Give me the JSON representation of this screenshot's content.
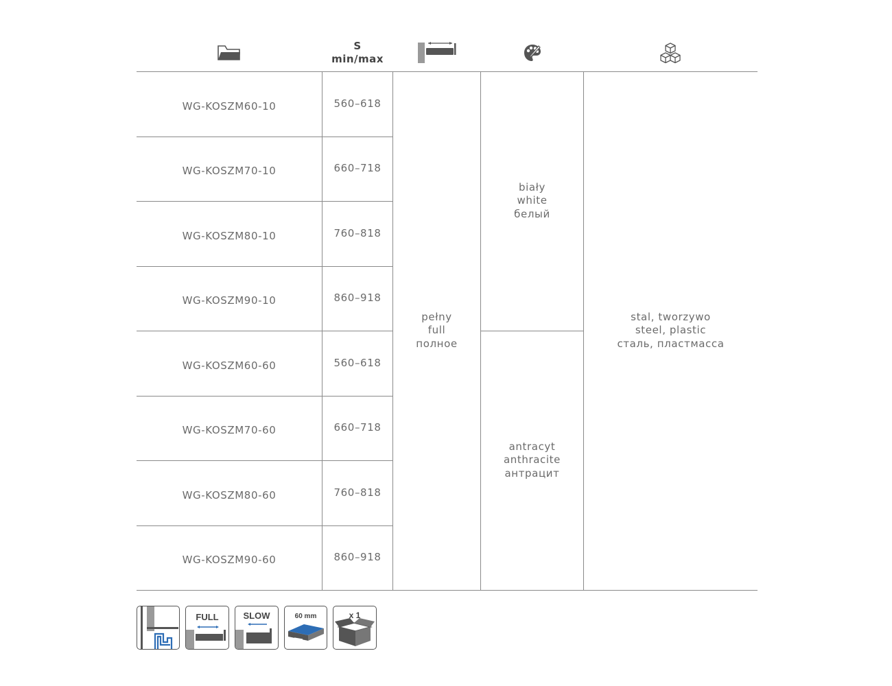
{
  "header": {
    "icons": [
      "folder-icon",
      "drawer-extension-icon",
      "color-palette-icon",
      "material-cubes-icon"
    ],
    "size_label_line1": "S",
    "size_label_line2": "min/max"
  },
  "rows": [
    {
      "code": "WG-KOSZM60-10",
      "size": "560–618"
    },
    {
      "code": "WG-KOSZM70-10",
      "size": "660–718"
    },
    {
      "code": "WG-KOSZM80-10",
      "size": "760–818"
    },
    {
      "code": "WG-KOSZM90-10",
      "size": "860–918"
    },
    {
      "code": "WG-KOSZM60-60",
      "size": "560–618"
    },
    {
      "code": "WG-KOSZM70-60",
      "size": "660–718"
    },
    {
      "code": "WG-KOSZM80-60",
      "size": "760–818"
    },
    {
      "code": "WG-KOSZM90-60",
      "size": "860–918"
    }
  ],
  "extension": [
    "pełny",
    "full",
    "полное"
  ],
  "colors": {
    "white": [
      "biały",
      "white",
      "белый"
    ],
    "anthracite": [
      "antracyt",
      "anthracite",
      "антрацит"
    ]
  },
  "material": [
    "stal, tworzywo",
    "steel, plastic",
    "сталь, пластмасса"
  ],
  "badges": {
    "full_label": "FULL",
    "slow_label": "SLOW",
    "depth_label": "60 mm",
    "qty_label": "x 1"
  },
  "palette": {
    "line": "#8a8a8a",
    "text": "#6b6b6b",
    "icon": "#555555",
    "accent_blue": "#2d6db5"
  }
}
